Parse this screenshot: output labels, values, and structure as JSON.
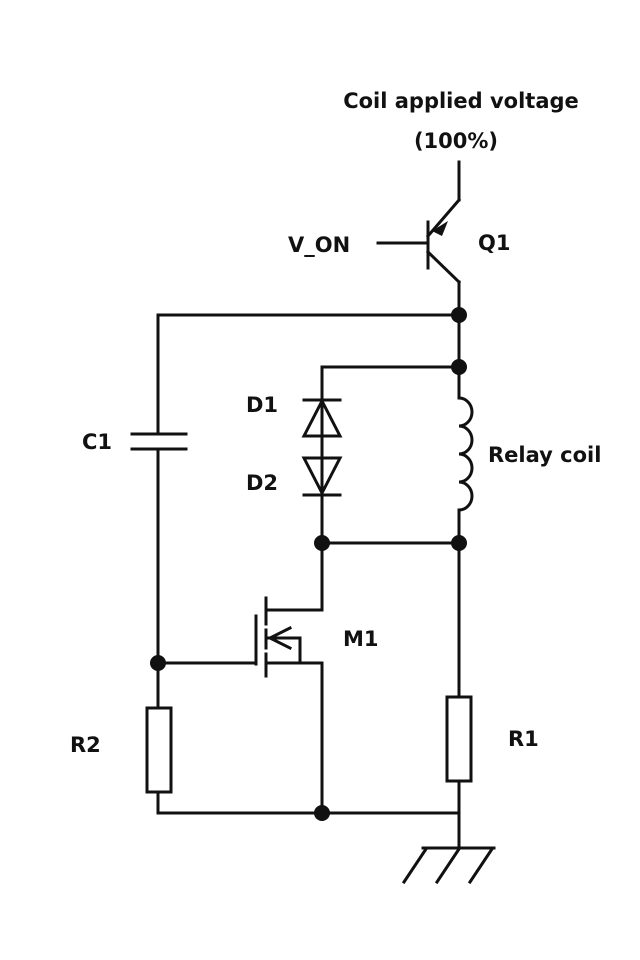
{
  "labels": {
    "supply_line1": "Coil applied voltage",
    "supply_line2": "(100%)",
    "v_on": "V_ON",
    "q1": "Q1",
    "d1": "D1",
    "d2": "D2",
    "c1": "C1",
    "relay_coil": "Relay coil",
    "m1": "M1",
    "r2": "R2",
    "r1": "R1"
  }
}
